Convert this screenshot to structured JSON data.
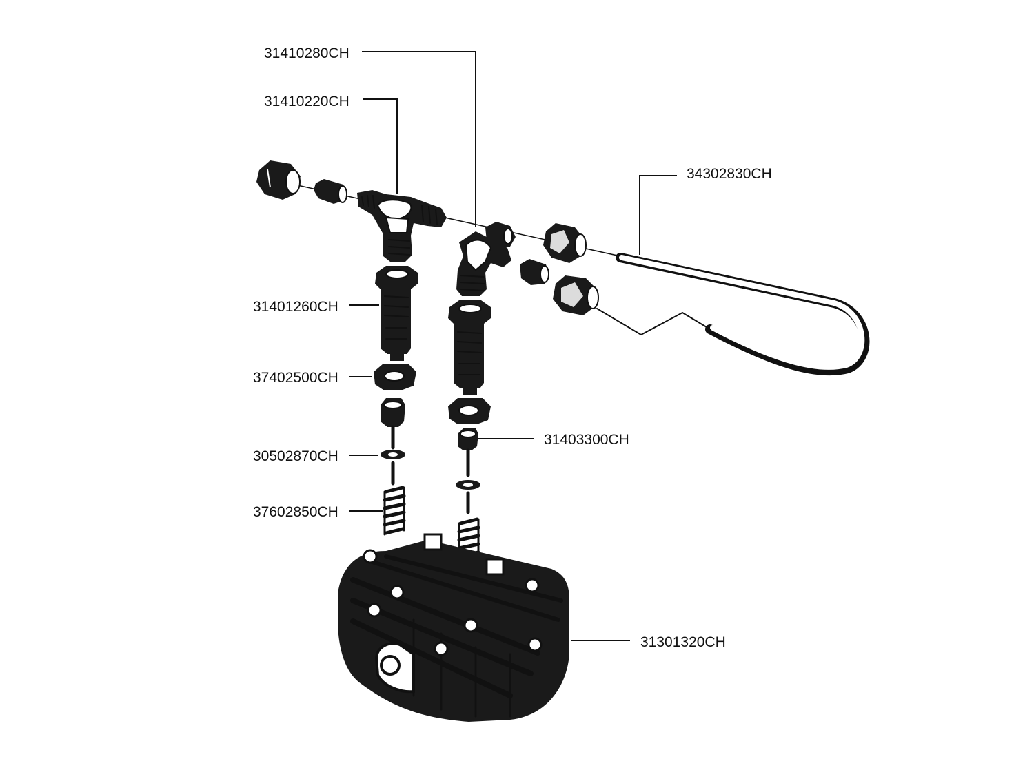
{
  "parts": [
    {
      "id": "p1",
      "code": "31410280CH"
    },
    {
      "id": "p2",
      "code": "31410220CH"
    },
    {
      "id": "p3",
      "code": "34302830CH"
    },
    {
      "id": "p4",
      "code": "31401260CH"
    },
    {
      "id": "p5",
      "code": "37402500CH"
    },
    {
      "id": "p6",
      "code": "31403300CH"
    },
    {
      "id": "p7",
      "code": "30502870CH"
    },
    {
      "id": "p8",
      "code": "37602850CH"
    },
    {
      "id": "p9",
      "code": "31301320CH"
    }
  ]
}
